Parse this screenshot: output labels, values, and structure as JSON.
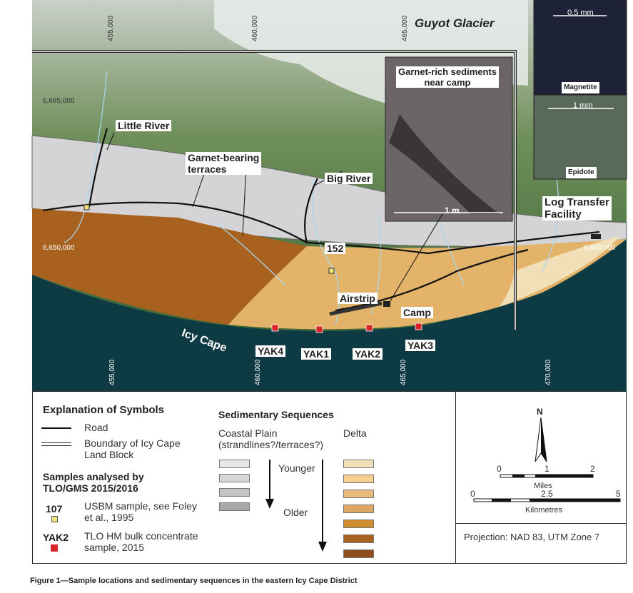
{
  "map": {
    "labels": {
      "glacier": "Guyot Glacier",
      "little_river": "Little River",
      "terraces_1": "Garnet-bearing",
      "terraces_2": "terraces",
      "big_river": "Big River",
      "sample_152": "152",
      "airstrip": "Airstrip",
      "camp": "Camp",
      "icy_cape": "Icy Cape",
      "ltf_1": "Log Transfer",
      "ltf_2": "Facility"
    },
    "samples": [
      "YAK4",
      "YAK1",
      "YAK2",
      "YAK3"
    ],
    "easting_top": [
      "455,000",
      "460,000",
      "465,000"
    ],
    "easting_bottom": [
      "455,000",
      "460,000",
      "465,000",
      "470,000"
    ],
    "northing": [
      "6,685,000",
      "6,650,000",
      "6,650,000"
    ],
    "insets": {
      "garnet_title_1": "Garnet-rich sediments",
      "garnet_title_2": "near camp",
      "garnet_scale": "1 m",
      "magnetite_scale": "0.5 mm",
      "magnetite_label": "Magnetite",
      "epidote_scale": "1 mm",
      "epidote_label": "Epidote"
    },
    "colors": {
      "ocean": "#0e3a44",
      "coastal_plain": "#d4d4d6",
      "delta": "#e3b36a",
      "sample_usbm": "#f3e27a",
      "sample_tlo": "#d9232a"
    }
  },
  "legend": {
    "title": "Explanation of Symbols",
    "road": "Road",
    "boundary_1": "Boundary of Icy Cape",
    "boundary_2": "Land Block",
    "samples_title_1": "Samples analysed by",
    "samples_title_2": "TLO/GMS 2015/2016",
    "usbm_code": "107",
    "usbm_1": "USBM sample, see Foley",
    "usbm_2": "et al., 1995",
    "tlo_code": "YAK2",
    "tlo_1": "TLO HM bulk concentrate",
    "tlo_2": "sample, 2015",
    "seq_title": "Sedimentary Sequences",
    "coastal_1": "Coastal Plain",
    "coastal_2": "(strandlines?/terraces?)",
    "delta": "Delta",
    "younger": "Younger",
    "older": "Older",
    "coastal_colors": [
      "#e6e6e8",
      "#d6d6d8",
      "#c4c4c6",
      "#a9a9ac"
    ],
    "delta_colors": [
      "#f1dfb8",
      "#f6ce92",
      "#e8ba7e",
      "#dea862",
      "#cf8c2c",
      "#a8611f",
      "#8f4e1c"
    ],
    "north": "N",
    "miles_ticks": [
      "0",
      "1",
      "2"
    ],
    "miles": "Miles",
    "km_ticks": [
      "0",
      "2.5",
      "5"
    ],
    "km": "Kilometres",
    "projection": "Projection: NAD 83, UTM Zone 7"
  },
  "caption": "Figure 1—Sample locations and sedimentary sequences in the eastern Icy Cape District"
}
